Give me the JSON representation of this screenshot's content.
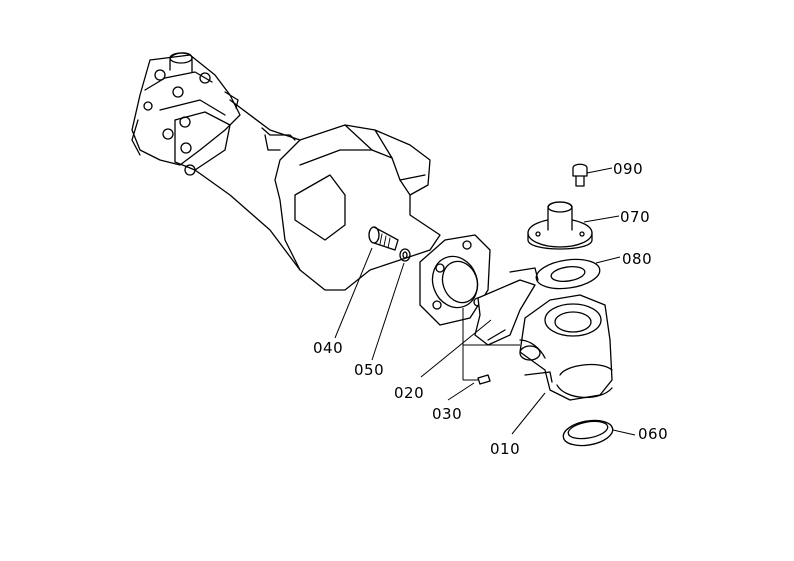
{
  "callouts": {
    "c010": "010",
    "c020": "020",
    "c030": "030",
    "c040": "040",
    "c050": "050",
    "c060": "060",
    "c070": "070",
    "c080": "080",
    "c090": "090"
  },
  "colors": {
    "line": "#000000",
    "background": "#ffffff"
  }
}
